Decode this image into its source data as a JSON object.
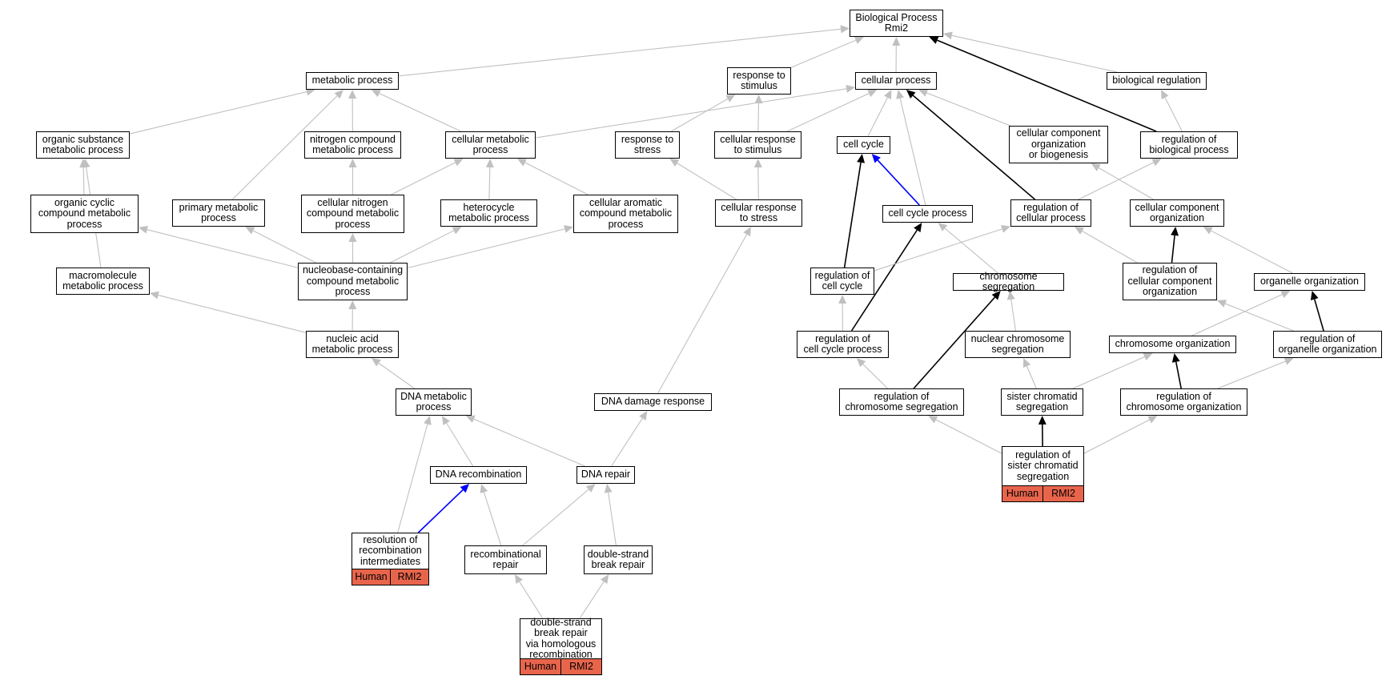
{
  "colors": {
    "edge_default": "#c0c0c0",
    "edge_black": "#000000",
    "edge_blue": "#0000ff",
    "annotation_fill": "#e8654c"
  },
  "nodes": {
    "bp": "Biological Process\nRmi2",
    "metabolic": "metabolic process",
    "response_stimulus": "response to\nstimulus",
    "cellular_process": "cellular process",
    "biological_regulation": "biological regulation",
    "organic_substance": "organic substance\nmetabolic process",
    "nitrogen_compound": "nitrogen compound\nmetabolic process",
    "cellular_metabolic": "cellular metabolic\nprocess",
    "response_stress": "response to\nstress",
    "cellular_response_stimulus": "cellular response\nto stimulus",
    "cell_cycle": "cell cycle",
    "cc_org_biogenesis": "cellular component\norganization\nor biogenesis",
    "reg_biological": "regulation of\nbiological process",
    "organic_cyclic": "organic cyclic\ncompound metabolic\nprocess",
    "primary_metabolic": "primary metabolic\nprocess",
    "cellular_nitrogen": "cellular nitrogen\ncompound metabolic\nprocess",
    "heterocycle": "heterocycle\nmetabolic process",
    "cellular_aromatic": "cellular aromatic\ncompound metabolic\nprocess",
    "cellular_response_stress": "cellular response\nto stress",
    "cell_cycle_process": "cell cycle process",
    "reg_cellular": "regulation of\ncellular process",
    "cc_org": "cellular component\norganization",
    "macromolecule": "macromolecule\nmetabolic process",
    "nucleobase": "nucleobase-containing\ncompound metabolic\nprocess",
    "reg_cell_cycle": "regulation of\ncell cycle",
    "chromosome_segregation": "chromosome segregation",
    "reg_cc_org": "regulation of\ncellular component\norganization",
    "organelle_org": "organelle organization",
    "nucleic_acid": "nucleic acid\nmetabolic process",
    "reg_cell_cycle_process": "regulation of\ncell cycle process",
    "nuclear_chrom_seg": "nuclear chromosome\nsegregation",
    "chromosome_org": "chromosome organization",
    "reg_organelle_org": "regulation of\norganelle organization",
    "dna_metabolic": "DNA metabolic\nprocess",
    "dna_damage": "DNA damage response",
    "reg_chrom_seg": "regulation of\nchromosome segregation",
    "sister_chromatid": "sister chromatid\nsegregation",
    "reg_chrom_org": "regulation of\nchromosome organization",
    "dna_recombination": "DNA recombination",
    "dna_repair": "DNA repair",
    "reg_sister": "regulation of\nsister chromatid\nsegregation",
    "resolution": "resolution of\nrecombination\nintermediates",
    "recombinational_repair": "recombinational\nrepair",
    "dsb_repair": "double-strand\nbreak repair",
    "dsb_hr": "double-strand\nbreak repair\nvia homologous\nrecombination"
  },
  "annotations": {
    "reg_sister": {
      "species": "Human",
      "gene": "RMI2"
    },
    "resolution": {
      "species": "Human",
      "gene": "RMI2"
    },
    "dsb_hr": {
      "species": "Human",
      "gene": "RMI2"
    }
  },
  "edges": [
    {
      "from": "metabolic",
      "to": "bp",
      "color": "gray"
    },
    {
      "from": "response_stimulus",
      "to": "bp",
      "color": "gray"
    },
    {
      "from": "cellular_process",
      "to": "bp",
      "color": "gray"
    },
    {
      "from": "reg_biological",
      "to": "bp",
      "color": "black"
    },
    {
      "from": "biological_regulation",
      "to": "bp",
      "color": "gray"
    },
    {
      "from": "organic_substance",
      "to": "metabolic",
      "color": "gray"
    },
    {
      "from": "primary_metabolic",
      "to": "metabolic",
      "color": "gray"
    },
    {
      "from": "nitrogen_compound",
      "to": "metabolic",
      "color": "gray"
    },
    {
      "from": "cellular_metabolic",
      "to": "metabolic",
      "color": "gray"
    },
    {
      "from": "cellular_metabolic",
      "to": "cellular_process",
      "color": "gray"
    },
    {
      "from": "response_stress",
      "to": "response_stimulus",
      "color": "gray"
    },
    {
      "from": "cellular_response_stimulus",
      "to": "response_stimulus",
      "color": "gray"
    },
    {
      "from": "cellular_response_stimulus",
      "to": "cellular_process",
      "color": "gray"
    },
    {
      "from": "cell_cycle",
      "to": "cellular_process",
      "color": "gray"
    },
    {
      "from": "cell_cycle_process",
      "to": "cellular_process",
      "color": "gray"
    },
    {
      "from": "reg_cellular",
      "to": "cellular_process",
      "color": "black"
    },
    {
      "from": "cc_org_biogenesis",
      "to": "cellular_process",
      "color": "gray"
    },
    {
      "from": "reg_biological",
      "to": "biological_regulation",
      "color": "gray"
    },
    {
      "from": "organic_cyclic",
      "to": "organic_substance",
      "color": "gray"
    },
    {
      "from": "macromolecule",
      "to": "organic_substance",
      "color": "gray"
    },
    {
      "from": "cellular_nitrogen",
      "to": "nitrogen_compound",
      "color": "gray"
    },
    {
      "from": "cellular_nitrogen",
      "to": "cellular_metabolic",
      "color": "gray"
    },
    {
      "from": "heterocycle",
      "to": "cellular_metabolic",
      "color": "gray"
    },
    {
      "from": "cellular_aromatic",
      "to": "cellular_metabolic",
      "color": "gray"
    },
    {
      "from": "cellular_response_stress",
      "to": "response_stress",
      "color": "gray"
    },
    {
      "from": "cellular_response_stress",
      "to": "cellular_response_stimulus",
      "color": "gray"
    },
    {
      "from": "cell_cycle_process",
      "to": "cell_cycle",
      "color": "blue"
    },
    {
      "from": "reg_cell_cycle",
      "to": "cell_cycle",
      "color": "black"
    },
    {
      "from": "reg_cellular",
      "to": "reg_biological",
      "color": "gray"
    },
    {
      "from": "cc_org",
      "to": "cc_org_biogenesis",
      "color": "gray"
    },
    {
      "from": "nucleobase",
      "to": "organic_cyclic",
      "color": "gray"
    },
    {
      "from": "nucleobase",
      "to": "primary_metabolic",
      "color": "gray"
    },
    {
      "from": "nucleobase",
      "to": "cellular_nitrogen",
      "color": "gray"
    },
    {
      "from": "nucleobase",
      "to": "heterocycle",
      "color": "gray"
    },
    {
      "from": "nucleobase",
      "to": "cellular_aromatic",
      "color": "gray"
    },
    {
      "from": "dna_damage",
      "to": "cellular_response_stress",
      "color": "gray"
    },
    {
      "from": "reg_cell_cycle_process",
      "to": "cell_cycle_process",
      "color": "black"
    },
    {
      "from": "chromosome_segregation",
      "to": "cell_cycle_process",
      "color": "gray"
    },
    {
      "from": "reg_cell_cycle",
      "to": "reg_cellular",
      "color": "gray"
    },
    {
      "from": "reg_cc_org",
      "to": "reg_cellular",
      "color": "gray"
    },
    {
      "from": "reg_cc_org",
      "to": "cc_org",
      "color": "black"
    },
    {
      "from": "organelle_org",
      "to": "cc_org",
      "color": "gray"
    },
    {
      "from": "nucleic_acid",
      "to": "macromolecule",
      "color": "gray"
    },
    {
      "from": "nucleic_acid",
      "to": "nucleobase",
      "color": "gray"
    },
    {
      "from": "reg_cell_cycle_process",
      "to": "reg_cell_cycle",
      "color": "gray"
    },
    {
      "from": "nuclear_chrom_seg",
      "to": "chromosome_segregation",
      "color": "gray"
    },
    {
      "from": "reg_chrom_seg",
      "to": "chromosome_segregation",
      "color": "black"
    },
    {
      "from": "reg_organelle_org",
      "to": "reg_cc_org",
      "color": "gray"
    },
    {
      "from": "reg_organelle_org",
      "to": "organelle_org",
      "color": "black"
    },
    {
      "from": "chromosome_org",
      "to": "organelle_org",
      "color": "gray"
    },
    {
      "from": "dna_metabolic",
      "to": "nucleic_acid",
      "color": "gray"
    },
    {
      "from": "reg_chrom_seg",
      "to": "reg_cell_cycle_process",
      "color": "gray"
    },
    {
      "from": "sister_chromatid",
      "to": "nuclear_chrom_seg",
      "color": "gray"
    },
    {
      "from": "sister_chromatid",
      "to": "chromosome_org",
      "color": "gray"
    },
    {
      "from": "reg_chrom_org",
      "to": "chromosome_org",
      "color": "black"
    },
    {
      "from": "reg_chrom_org",
      "to": "reg_organelle_org",
      "color": "gray"
    },
    {
      "from": "dna_recombination",
      "to": "dna_metabolic",
      "color": "gray"
    },
    {
      "from": "dna_repair",
      "to": "dna_metabolic",
      "color": "gray"
    },
    {
      "from": "resolution",
      "to": "dna_metabolic",
      "color": "gray"
    },
    {
      "from": "dna_repair",
      "to": "dna_damage",
      "color": "gray"
    },
    {
      "from": "reg_sister",
      "to": "reg_chrom_seg",
      "color": "gray"
    },
    {
      "from": "reg_sister",
      "to": "sister_chromatid",
      "color": "black"
    },
    {
      "from": "reg_sister",
      "to": "reg_chrom_org",
      "color": "gray"
    },
    {
      "from": "resolution",
      "to": "dna_recombination",
      "color": "blue"
    },
    {
      "from": "recombinational_repair",
      "to": "dna_recombination",
      "color": "gray"
    },
    {
      "from": "recombinational_repair",
      "to": "dna_repair",
      "color": "gray"
    },
    {
      "from": "dsb_repair",
      "to": "dna_repair",
      "color": "gray"
    },
    {
      "from": "dsb_hr",
      "to": "recombinational_repair",
      "color": "gray"
    },
    {
      "from": "dsb_hr",
      "to": "dsb_repair",
      "color": "gray"
    }
  ]
}
